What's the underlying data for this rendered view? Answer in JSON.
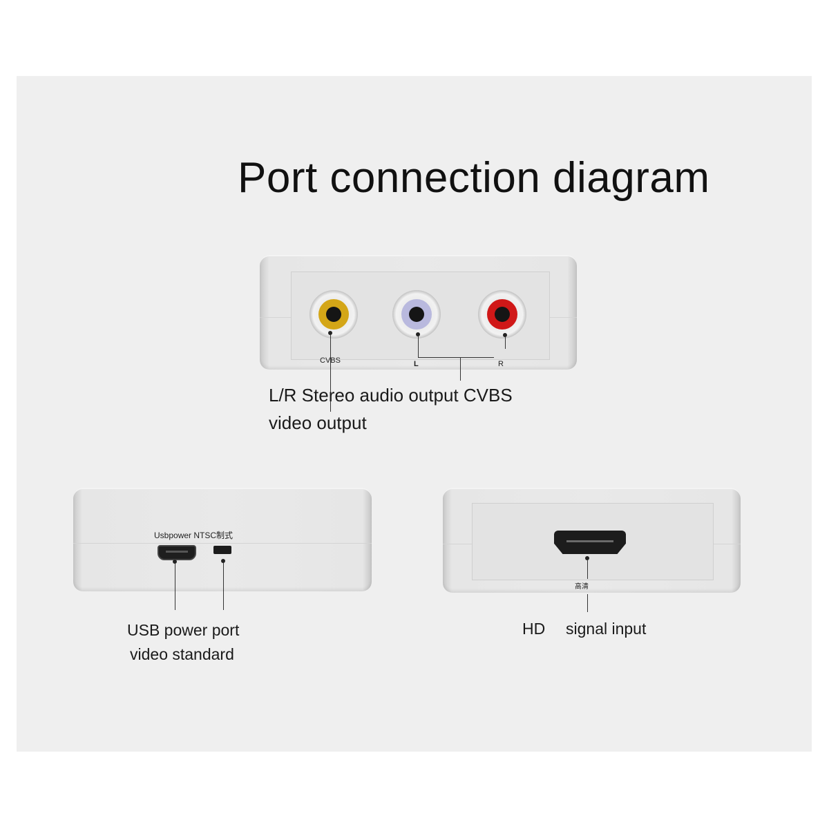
{
  "title": "Port connection diagram",
  "top_device": {
    "ports": [
      {
        "id": "cvbs",
        "label": "CVBS",
        "ring_color": "#d4a617"
      },
      {
        "id": "left",
        "label": "L",
        "ring_color": "#b9b9de"
      },
      {
        "id": "right",
        "label": "R",
        "ring_color": "#d01818"
      }
    ],
    "caption_line1": "L/R Stereo audio output CVBS",
    "caption_line2": "video output"
  },
  "left_device": {
    "port_label": "Usbpower NTSC制式",
    "caption_line1": "USB power port",
    "caption_line2": "video standard"
  },
  "right_device": {
    "port_label": "高清",
    "caption_word1": "HD",
    "caption_word2": "signal input"
  },
  "colors": {
    "background": "#efefef",
    "device_body": "#e9e9e9",
    "text": "#111111"
  }
}
